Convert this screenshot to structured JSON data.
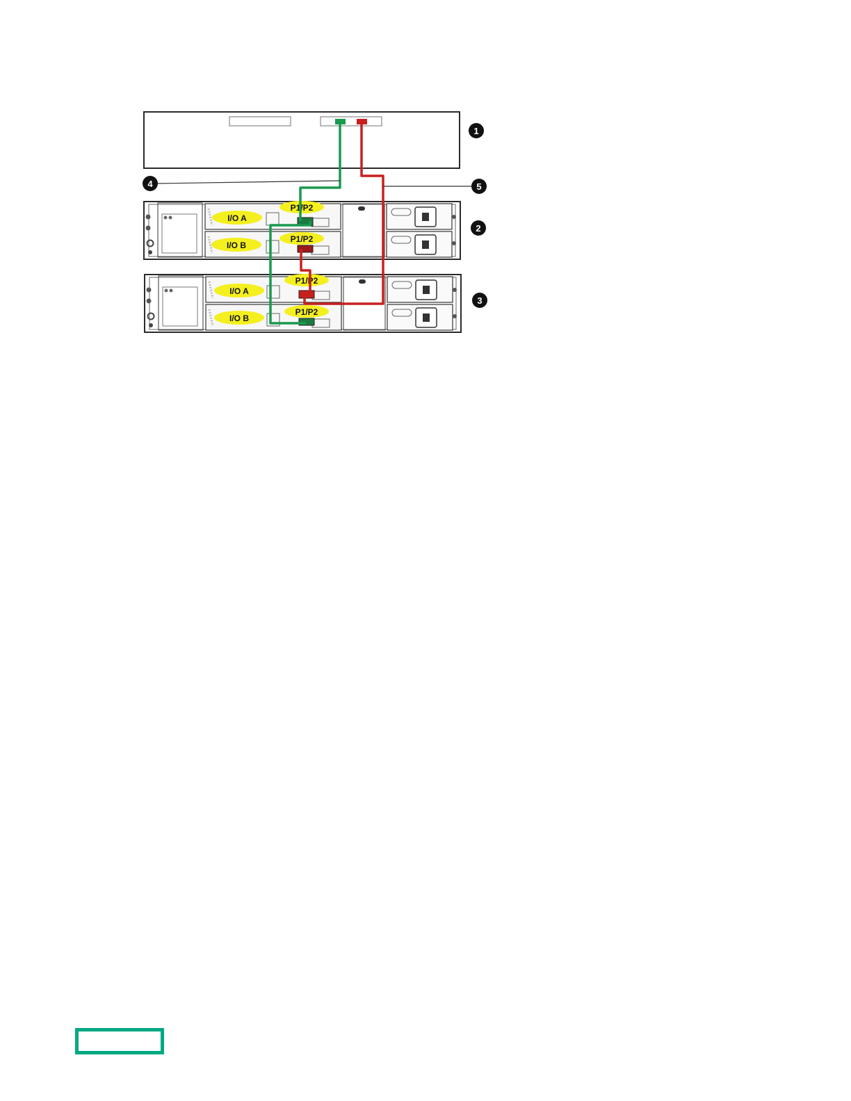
{
  "colors": {
    "green_cable": "#1a9a4f",
    "red_cable": "#c8201f",
    "label_yellow": "#f4ef1f",
    "hpe_green": "#01a982",
    "outline": "#2a2a2a"
  },
  "callouts": [
    "1",
    "2",
    "3",
    "4",
    "5"
  ],
  "enclosure_2": {
    "io_a": "I/O A",
    "io_b": "I/O B",
    "port_a": "P1/P2",
    "port_b": "P1/P2"
  },
  "enclosure_3": {
    "io_a": "I/O A",
    "io_b": "I/O B",
    "port_a": "P1/P2",
    "port_b": "P1/P2"
  },
  "logo": "hpe-logo"
}
